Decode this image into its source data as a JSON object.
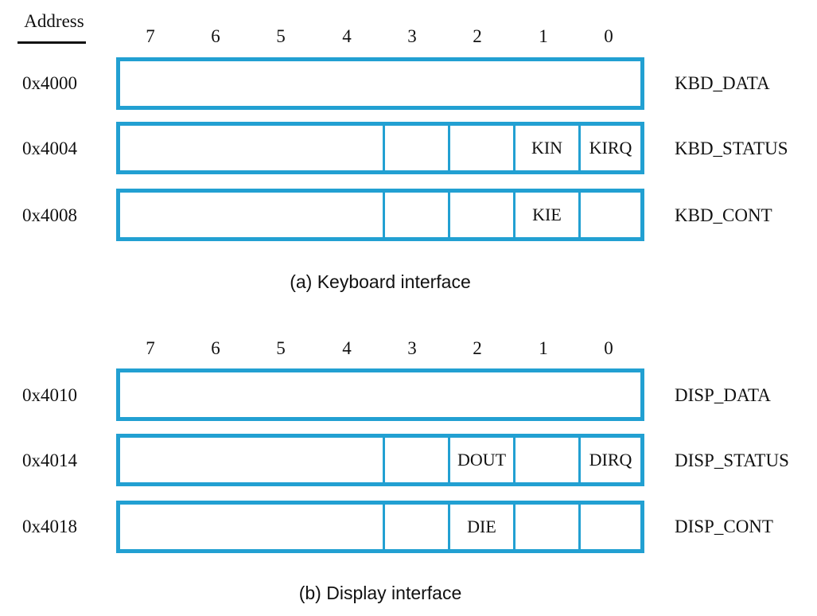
{
  "address_header": "Address",
  "bit_numbers": [
    "7",
    "6",
    "5",
    "4",
    "3",
    "2",
    "1",
    "0"
  ],
  "keyboard": {
    "caption": "(a) Keyboard interface",
    "registers": [
      {
        "address": "0x4000",
        "name": "KBD_DATA",
        "bits": {}
      },
      {
        "address": "0x4004",
        "name": "KBD_STATUS",
        "bits": {
          "b3": "",
          "b2": "",
          "b1": "KIN",
          "b0": "KIRQ"
        }
      },
      {
        "address": "0x4008",
        "name": "KBD_CONT",
        "bits": {
          "b3": "",
          "b2": "",
          "b1": "KIE",
          "b0": ""
        }
      }
    ]
  },
  "display": {
    "caption": "(b) Display interface",
    "registers": [
      {
        "address": "0x4010",
        "name": "DISP_DATA",
        "bits": {}
      },
      {
        "address": "0x4014",
        "name": "DISP_STATUS",
        "bits": {
          "b3": "",
          "b2": "DOUT",
          "b1": "",
          "b0": "DIRQ"
        }
      },
      {
        "address": "0x4018",
        "name": "DISP_CONT",
        "bits": {
          "b3": "",
          "b2": "DIE",
          "b1": "",
          "b0": ""
        }
      }
    ]
  },
  "colors": {
    "register_border": "#22a0d2",
    "text": "#111111"
  }
}
